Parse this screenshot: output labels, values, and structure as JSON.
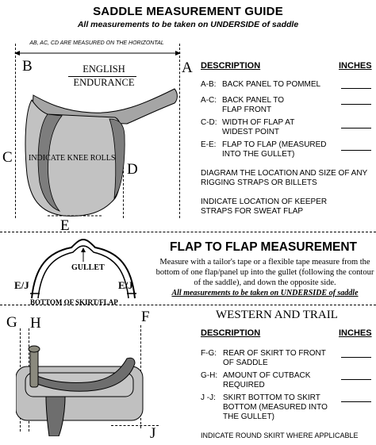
{
  "header": {
    "title": "SADDLE MEASUREMENT GUIDE",
    "subtitle": "All measurements to be taken on UNDERSIDE of saddle"
  },
  "english": {
    "horizontal_note": "AB, AC, CD ARE MEASURED ON THE HORIZONTAL",
    "type_line1": "ENGLISH",
    "type_line2": "ENDURANCE",
    "knee_rolls": "INDICATE KNEE ROLLS",
    "letters": {
      "a": "A",
      "b": "B",
      "c": "C",
      "d": "D",
      "e": "E"
    },
    "col_description": "DESCRIPTION",
    "col_inches": "INCHES",
    "rows": [
      {
        "code": "A-B:",
        "text": "BACK PANEL TO POMMEL"
      },
      {
        "code": "A-C:",
        "text": "BACK PANEL TO FLAP FRONT"
      },
      {
        "code": "C-D:",
        "text": "WIDTH OF FLAP AT WIDEST POINT"
      },
      {
        "code": "E-E:",
        "text": "FLAP TO FLAP (MEASURED INTO THE GULLET)"
      }
    ],
    "note1": "DIAGRAM THE LOCATION AND SIZE OF ANY RIGGING STRAPS OR BILLETS",
    "note2": "INDICATE LOCATION OF KEEPER STRAPS FOR SWEAT FLAP"
  },
  "flap": {
    "title": "FLAP TO FLAP MEASUREMENT",
    "description": "Measure with a tailor's tape or a flexible tape measure from the bottom of one flap/panel up into the gullet (following the contour of the saddle), and down the opposite side.",
    "underside_note": "All measurements to be taken on UNDERSIDE of saddle",
    "gullet_label": "GULLET",
    "ej_left": "E/J",
    "ej_right": "E/J",
    "bottom_label": "BOTTOM OF SKIRT/FLAP"
  },
  "western": {
    "title": "WESTERN AND TRAIL",
    "letters": {
      "g": "G",
      "h": "H",
      "f": "F",
      "j": "J"
    },
    "col_description": "DESCRIPTION",
    "col_inches": "INCHES",
    "rows": [
      {
        "code": "F-G:",
        "text": "REAR OF SKIRT TO FRONT OF SADDLE"
      },
      {
        "code": "G-H:",
        "text": "AMOUNT OF CUTBACK REQUIRED"
      },
      {
        "code": "J -J:",
        "text": "SKIRT BOTTOM TO SKIRT BOTTOM (MEASURED INTO THE GULLET)"
      }
    ],
    "note": "INDICATE ROUND SKIRT WHERE APPLICABLE"
  },
  "colors": {
    "panel_gray": "#b9b9b9",
    "dark_gray": "#6e6e6e",
    "tan_gray": "#8b8a7e",
    "seat_gray": "#b4b4b4"
  }
}
